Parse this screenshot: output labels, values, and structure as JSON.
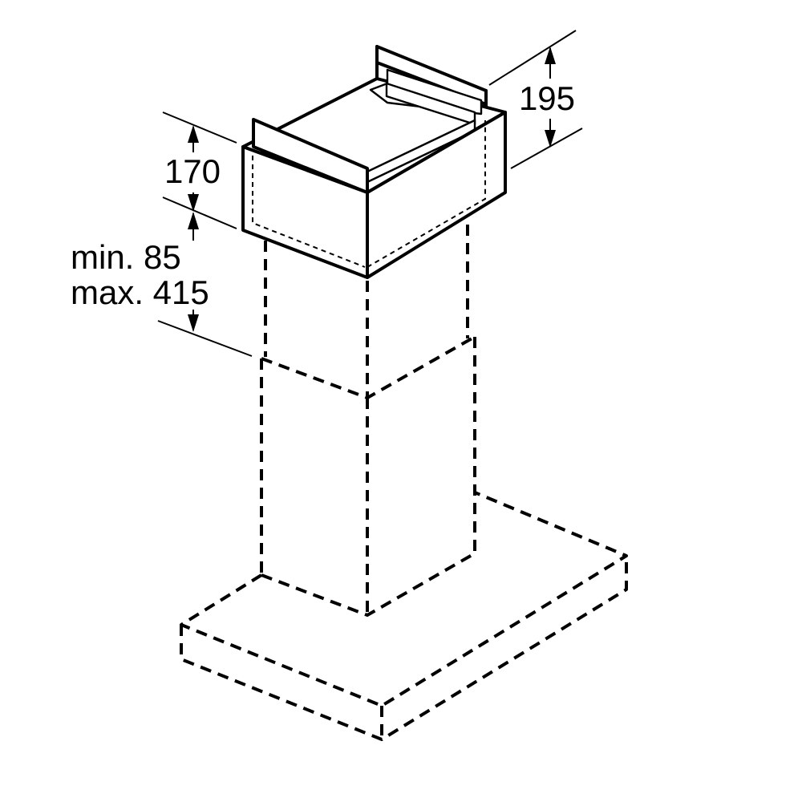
{
  "dimensions": {
    "top_height": "170",
    "top_depth": "195",
    "range_min": "min. 85",
    "range_max": "max. 415"
  },
  "colors": {
    "line": "#000000",
    "background": "#ffffff"
  }
}
